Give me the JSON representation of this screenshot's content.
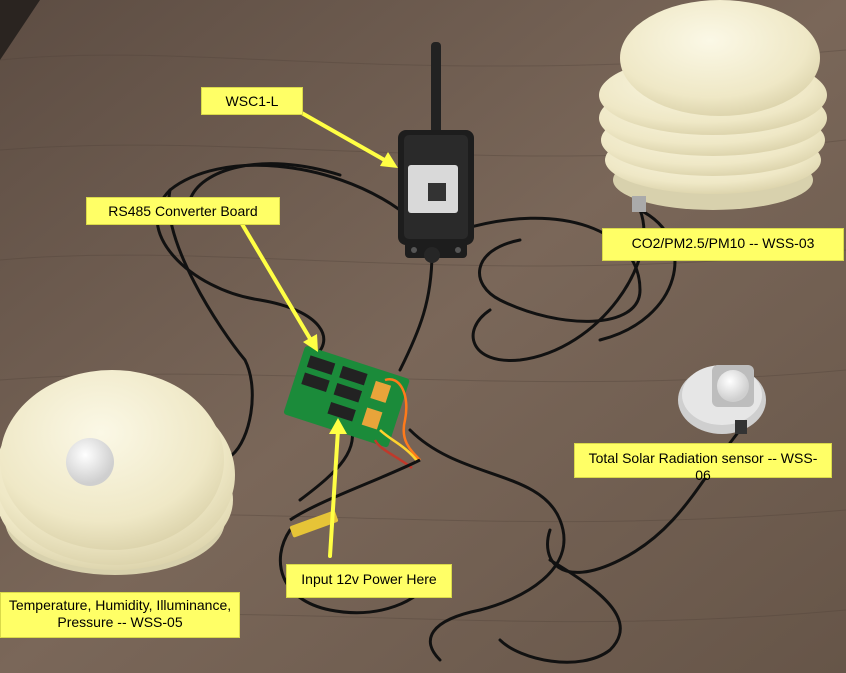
{
  "labels": {
    "gateway": "WSC1-L",
    "converter": "RS485  Converter Board",
    "air_quality": "CO2/PM2.5/PM10 -- WSS-03",
    "solar": "Total Solar Radiation sensor -- WSS-06",
    "power": "Input 12v Power Here",
    "weather": "Temperature, Humidity, Illuminance,\nPressure -- WSS-05"
  },
  "colors": {
    "label_background": "#ffff66",
    "arrow": "#ffff44",
    "table": "#6b5a4e",
    "sensor_shell": "#f3efd2",
    "cable": "#111111",
    "board": "#1b8b3a"
  }
}
